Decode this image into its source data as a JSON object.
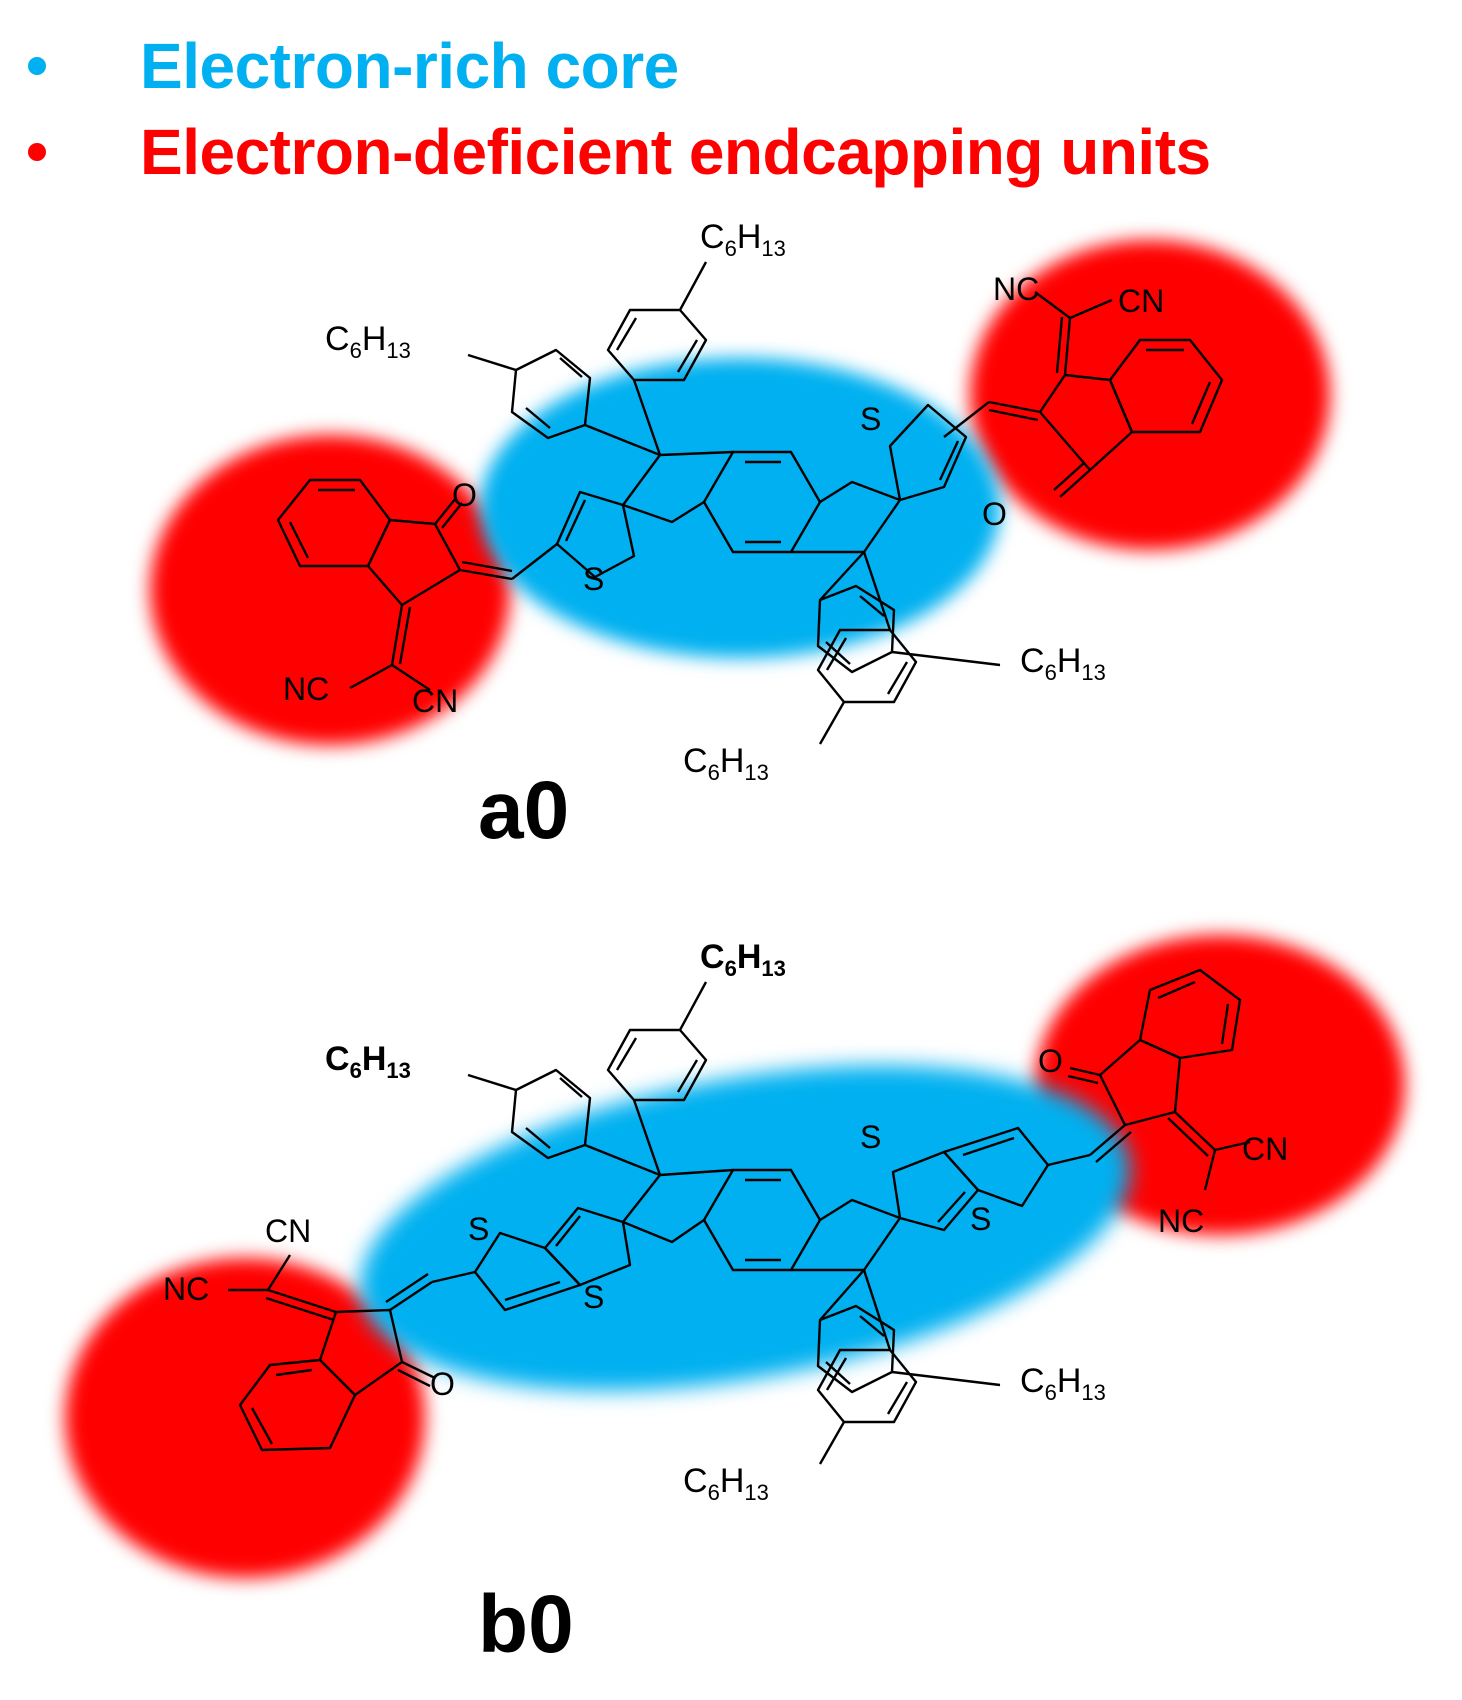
{
  "legend": {
    "items": [
      {
        "label": "Electron-rich core",
        "color": "#00b0f0"
      },
      {
        "label": "Electron-deficient endcapping units",
        "color": "#ff0000"
      }
    ]
  },
  "molecules": [
    {
      "id": "a0",
      "label": "a0",
      "alkyl": "C6H13",
      "atoms": [
        "S",
        "S",
        "O",
        "O",
        "NC",
        "CN",
        "NC",
        "CN"
      ]
    },
    {
      "id": "b0",
      "label": "b0",
      "alkyl": "C6H13",
      "atoms": [
        "S",
        "S",
        "S",
        "S",
        "O",
        "O",
        "CN",
        "NC",
        "CN",
        "NC"
      ]
    }
  ],
  "colors": {
    "core": "#00b0f0",
    "endcap": "#ff0000",
    "bond": "#000000",
    "label": "#000000"
  },
  "text": {
    "c": "C",
    "h": "H",
    "sub6": "6",
    "sub13": "13"
  }
}
